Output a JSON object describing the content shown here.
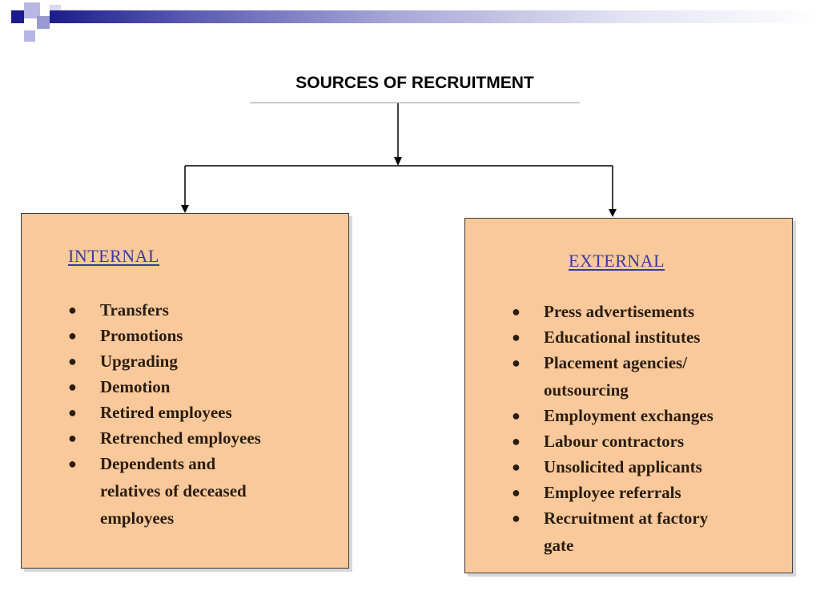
{
  "title": "SOURCES OF RECRUITMENT",
  "colors": {
    "box_fill": "#f9c99b",
    "heading_color": "#3a3aa0",
    "header_bar": "#1c1c8c"
  },
  "internal": {
    "heading": "INTERNAL",
    "items": [
      {
        "lines": [
          "Transfers"
        ]
      },
      {
        "lines": [
          "Promotions"
        ]
      },
      {
        "lines": [
          "Upgrading"
        ]
      },
      {
        "lines": [
          "Demotion"
        ]
      },
      {
        "lines": [
          "Retired employees"
        ]
      },
      {
        "lines": [
          "Retrenched employees"
        ]
      },
      {
        "lines": [
          "Dependents and",
          "relatives of deceased",
          "employees"
        ]
      }
    ]
  },
  "external": {
    "heading": "EXTERNAL",
    "items": [
      {
        "lines": [
          "Press advertisements"
        ]
      },
      {
        "lines": [
          "Educational institutes"
        ]
      },
      {
        "lines": [
          "Placement agencies/",
          "outsourcing"
        ]
      },
      {
        "lines": [
          "Employment exchanges"
        ]
      },
      {
        "lines": [
          "Labour contractors"
        ]
      },
      {
        "lines": [
          "Unsolicited applicants"
        ]
      },
      {
        "lines": [
          "Employee referrals"
        ]
      },
      {
        "lines": [
          "Recruitment at factory",
          "gate"
        ]
      }
    ]
  },
  "icons": {
    "bullet": "bullet-dot-icon",
    "arrow": "arrow-down-icon"
  }
}
